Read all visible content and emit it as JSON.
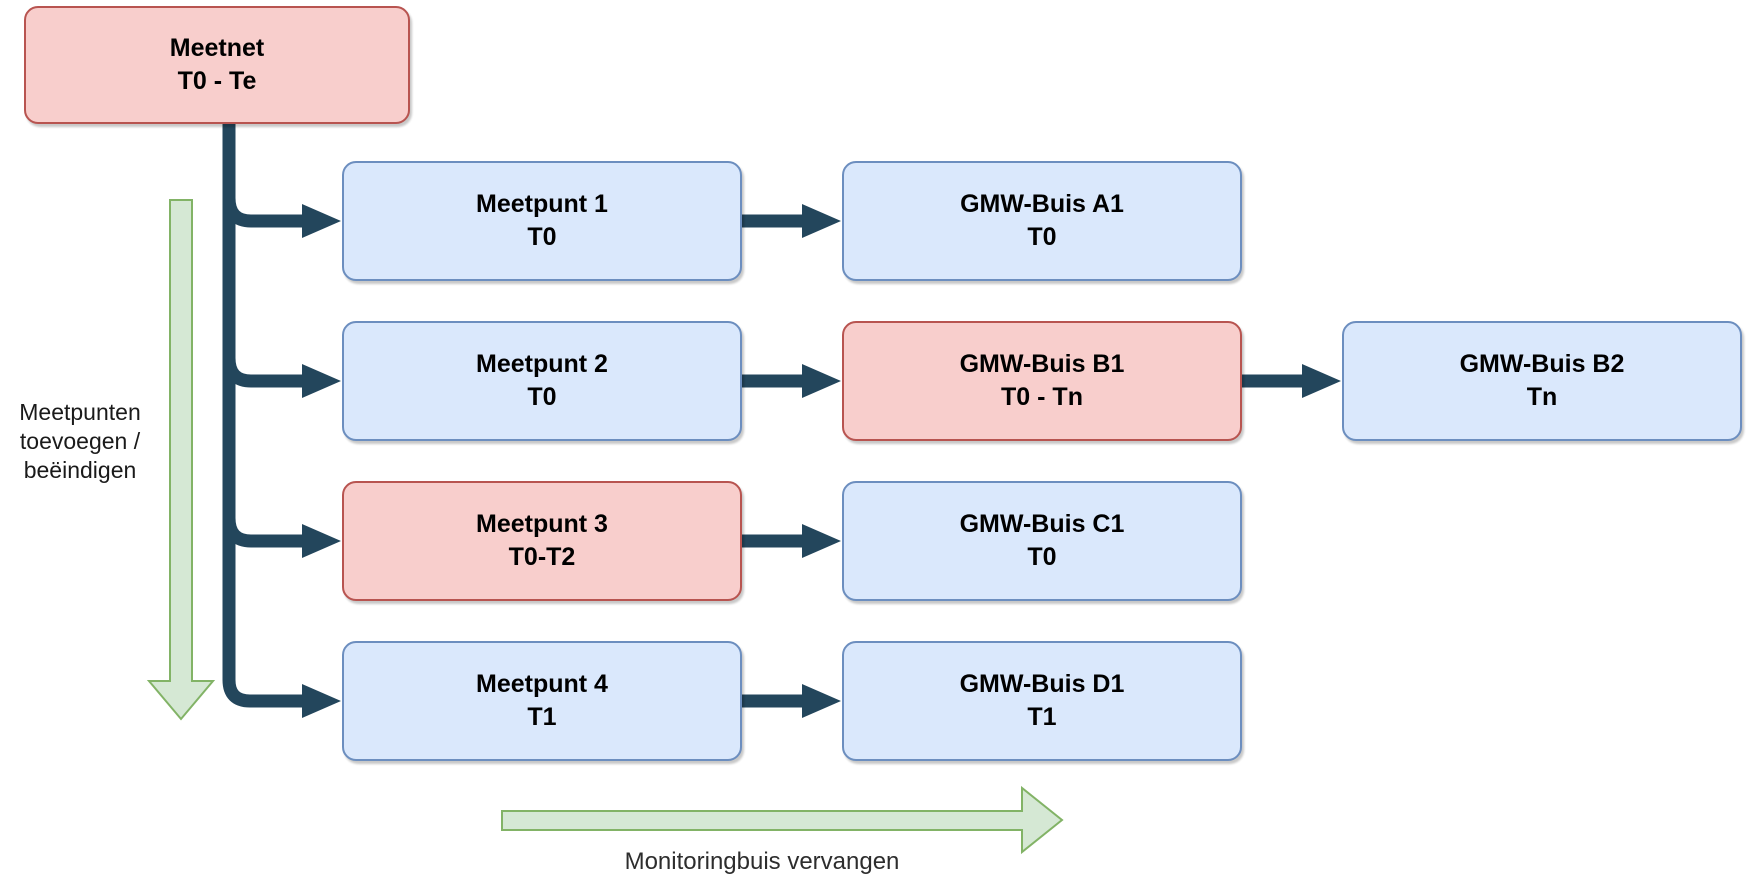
{
  "diagram": {
    "title_hint": "Meetnet / GMW-Buis lifecycle diagram",
    "nodes": [
      {
        "id": "meetnet",
        "title": "Meetnet",
        "period": "T0 - Te",
        "variant": "red"
      },
      {
        "id": "meetpunt-1",
        "title": "Meetpunt 1",
        "period": "T0",
        "variant": "blue"
      },
      {
        "id": "gmw-buis-a1",
        "title": "GMW-Buis A1",
        "period": "T0",
        "variant": "blue"
      },
      {
        "id": "meetpunt-2",
        "title": "Meetpunt 2",
        "period": "T0",
        "variant": "blue"
      },
      {
        "id": "gmw-buis-b1",
        "title": "GMW-Buis B1",
        "period": "T0 - Tn",
        "variant": "red"
      },
      {
        "id": "gmw-buis-b2",
        "title": "GMW-Buis B2",
        "period": "Tn",
        "variant": "blue"
      },
      {
        "id": "meetpunt-3",
        "title": "Meetpunt 3",
        "period": "T0-T2",
        "variant": "red"
      },
      {
        "id": "gmw-buis-c1",
        "title": "GMW-Buis C1",
        "period": "T0",
        "variant": "blue"
      },
      {
        "id": "meetpunt-4",
        "title": "Meetpunt 4",
        "period": "T1",
        "variant": "blue"
      },
      {
        "id": "gmw-buis-d1",
        "title": "GMW-Buis D1",
        "period": "T1",
        "variant": "blue"
      }
    ],
    "annotations": {
      "left": {
        "lines": [
          "Meetpunten",
          "toevoegen /",
          "beëindigen"
        ]
      },
      "bottom": {
        "label": "Monitoringbuis vervangen"
      }
    },
    "palette": {
      "node_blue_fill": "#dae8fc",
      "node_blue_border": "#6c8ebf",
      "node_red_fill": "#f8cecc",
      "node_red_border": "#b85450",
      "green_arrow_fill": "#d5e8d4",
      "green_arrow_border": "#82b366",
      "connector": "#23465c",
      "text": "#000000"
    }
  }
}
